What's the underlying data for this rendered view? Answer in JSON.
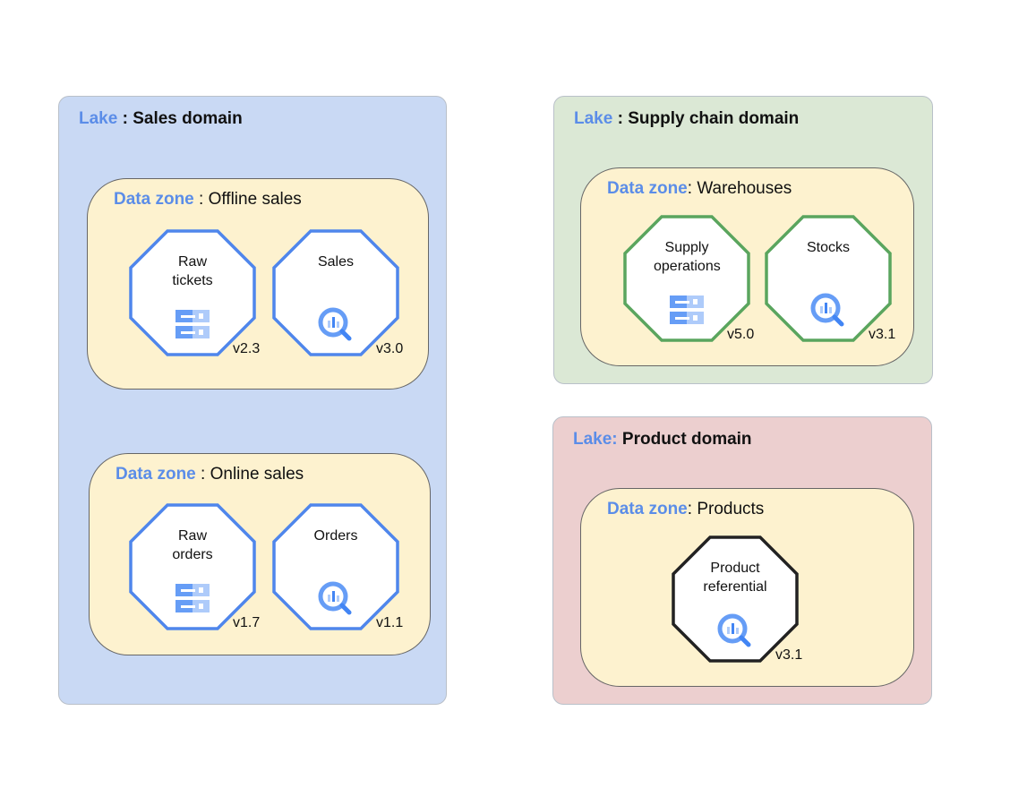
{
  "colors": {
    "keyword": "#5b8de8",
    "sales_lake": "#c9d9f4",
    "supply_lake": "#dbe8d5",
    "product_lake": "#eccfcf",
    "zone": "#fdf2cf",
    "blue_node": "#4f86ec",
    "green_node": "#5aa55e",
    "black_node": "#222222"
  },
  "lakes": [
    {
      "keyword": "Lake",
      "separator": " : ",
      "name": "Sales domain",
      "zones": [
        {
          "keyword": "Data zone",
          "separator": " : ",
          "name": "Offline sales",
          "assets": [
            {
              "label": "Raw tickets",
              "icon": "storage-icon",
              "version": "v2.3"
            },
            {
              "label": "Sales",
              "icon": "bigquery-icon",
              "version": "v3.0"
            }
          ]
        },
        {
          "keyword": "Data zone",
          "separator": " : ",
          "name": "Online sales",
          "assets": [
            {
              "label": "Raw orders",
              "icon": "storage-icon",
              "version": "v1.7"
            },
            {
              "label": "Orders",
              "icon": "bigquery-icon",
              "version": "v1.1"
            }
          ]
        }
      ]
    },
    {
      "keyword": "Lake",
      "separator": " : ",
      "name": "Supply chain domain",
      "zones": [
        {
          "keyword": "Data zone",
          "separator": ": ",
          "name": "Warehouses",
          "assets": [
            {
              "label": "Supply operations",
              "icon": "storage-icon",
              "version": "v5.0"
            },
            {
              "label": "Stocks",
              "icon": "bigquery-icon",
              "version": "v3.1"
            }
          ]
        }
      ]
    },
    {
      "keyword": "Lake:",
      "separator": " ",
      "name": "Product domain",
      "zones": [
        {
          "keyword": "Data zone",
          "separator": ": ",
          "name": "Products",
          "assets": [
            {
              "label": "Product referential",
              "icon": "bigquery-icon",
              "version": "v3.1"
            }
          ]
        }
      ]
    }
  ]
}
